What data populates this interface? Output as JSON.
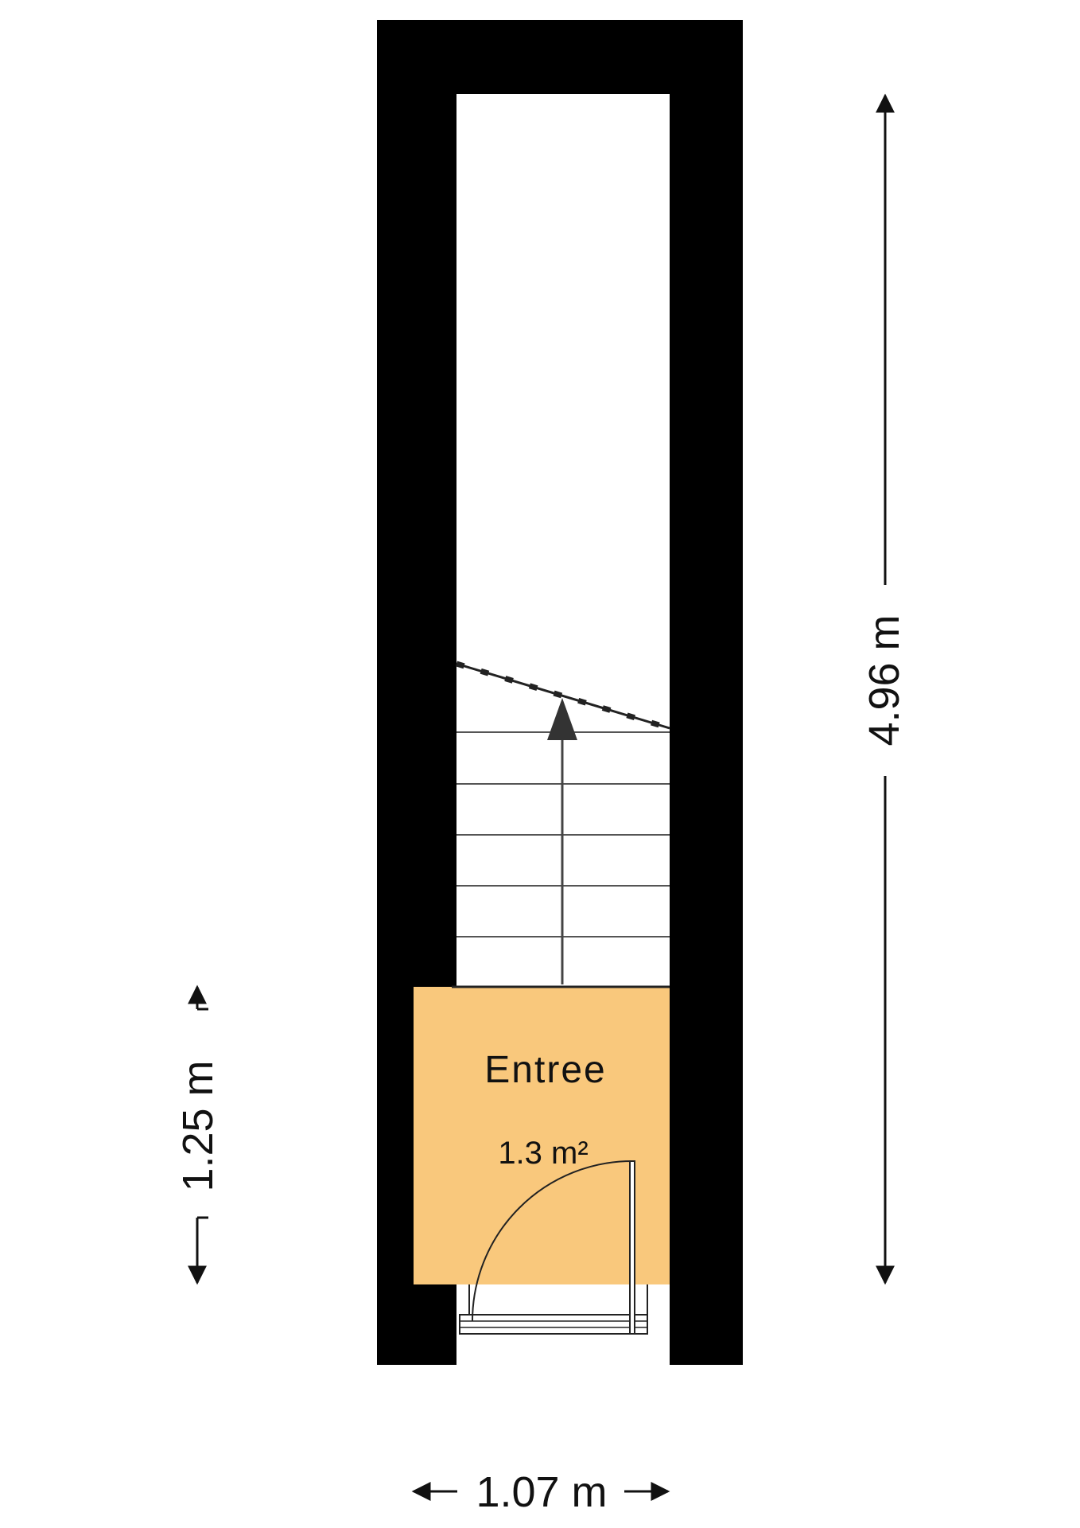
{
  "floorplan": {
    "room": {
      "name": "Entree",
      "area": "1.3 m²",
      "fill_color": "#F9C87C"
    },
    "wall_color": "#000000",
    "stair_color": "#555555",
    "dimensions": {
      "vertical_total": "4.96 m",
      "vertical_entree": "1.25 m",
      "horizontal_width": "1.07 m"
    }
  }
}
